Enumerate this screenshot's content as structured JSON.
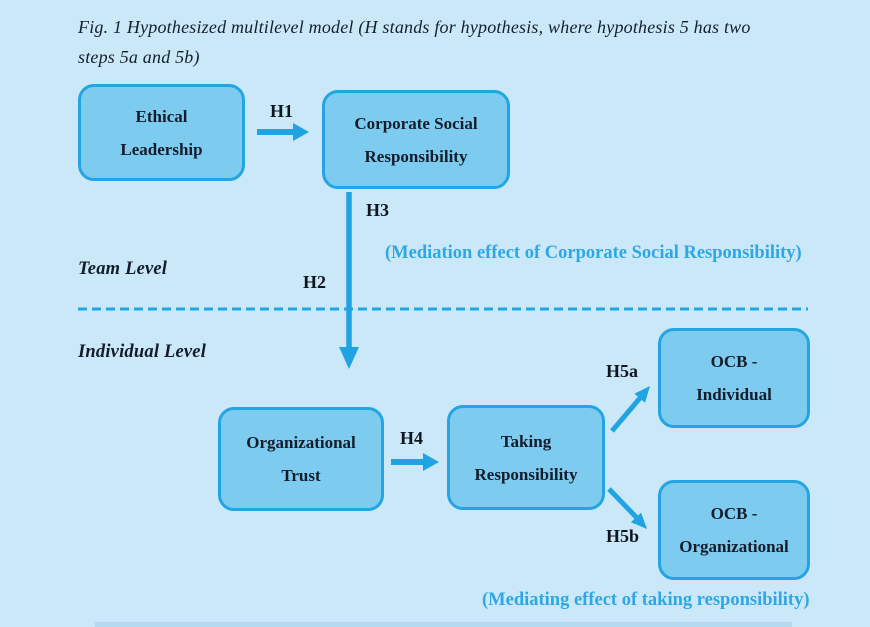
{
  "figure_caption": {
    "line1": "Fig. 1 Hypothesized multilevel model (H stands for hypothesis, where hypothesis 5 has two",
    "line2": "steps 5a and 5b)"
  },
  "levels": {
    "team": "Team Level",
    "individual": "Individual Level"
  },
  "boxes": {
    "ethical_leadership": {
      "line1": "Ethical",
      "line2": "Leadership"
    },
    "corporate_social_responsibility": {
      "line1": "Corporate Social",
      "line2": "Responsibility"
    },
    "organizational_trust": {
      "line1": "Organizational",
      "line2": "Trust"
    },
    "taking_responsibility": {
      "line1": "Taking",
      "line2": "Responsibility"
    },
    "ocb_individual": {
      "line1": "OCB -",
      "line2": "Individual"
    },
    "ocb_organizational": {
      "line1": "OCB -",
      "line2": "Organizational"
    }
  },
  "hypothesis_labels": {
    "h1": "H1",
    "h2": "H2",
    "h3": "H3",
    "h4": "H4",
    "h5a": "H5a",
    "h5b": "H5b"
  },
  "annotations": {
    "mediation_csr": "(Mediation effect of Corporate Social Responsibility)",
    "mediating_taking": "(Mediating effect of taking responsibility)"
  },
  "edges": [
    {
      "label": "H1",
      "from": "ethical_leadership",
      "to": "corporate_social_responsibility"
    },
    {
      "label": "H3, H2",
      "from": "corporate_social_responsibility",
      "to": "individual_level"
    },
    {
      "label": "H4",
      "from": "organizational_trust",
      "to": "taking_responsibility"
    },
    {
      "label": "H5a",
      "from": "taking_responsibility",
      "to": "ocb_individual"
    },
    {
      "label": "H5b",
      "from": "taking_responsibility",
      "to": "ocb_organizational"
    }
  ],
  "colors": {
    "background": "#cbe8f8",
    "box_fill": "#7ecbf0",
    "accent": "#22a5e2",
    "dark_text": "#131c2b",
    "annotation_text": "#2ea7e4"
  }
}
